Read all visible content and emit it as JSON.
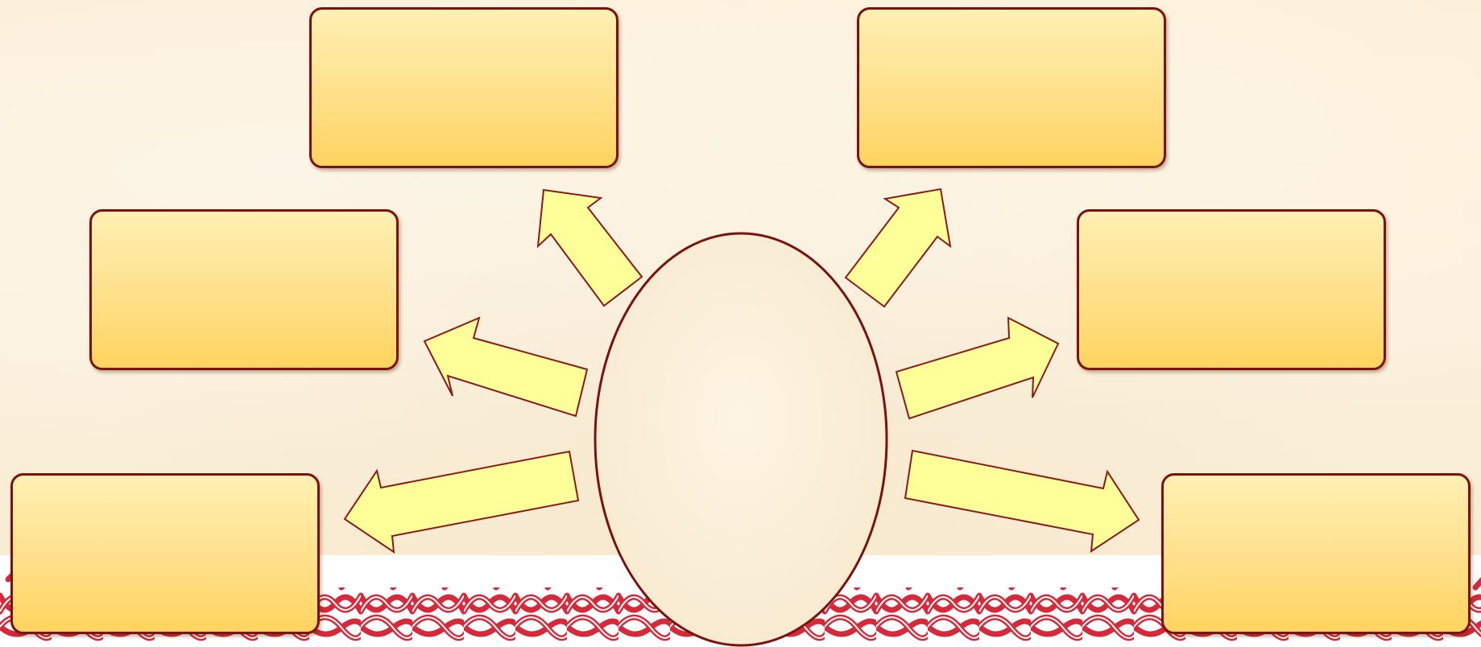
{
  "diagram": {
    "center": {
      "label": ""
    },
    "boxes": [
      {
        "id": "top-left",
        "label": ""
      },
      {
        "id": "top-right",
        "label": ""
      },
      {
        "id": "middle-left",
        "label": ""
      },
      {
        "id": "middle-right",
        "label": ""
      },
      {
        "id": "bottom-left",
        "label": ""
      },
      {
        "id": "bottom-right",
        "label": ""
      }
    ],
    "colors": {
      "box_fill_top": "#fff0b3",
      "box_fill_bottom": "#ffd35f",
      "border": "#7a1212",
      "arrow_fill": "#ffff99",
      "arrow_stroke": "#8b1a1a",
      "oval_fill": "#fbf0dc",
      "ornament": "#d62a3a"
    },
    "decoration": {
      "bottom_border": "red-braided-ornament"
    }
  }
}
